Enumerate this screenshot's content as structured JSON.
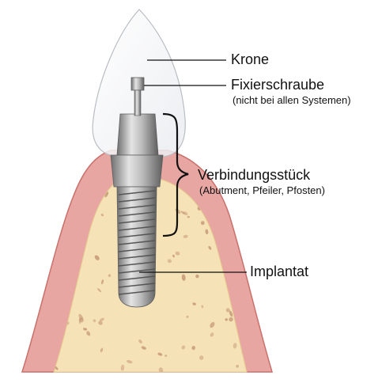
{
  "labels": {
    "crown": "Krone",
    "screw": "Fixierschraube",
    "screw_note": "(nicht bei allen Systemen)",
    "abutment": "Verbindungsstück",
    "abutment_note": "(Abutment, Pfeiler, Pfosten)",
    "implant": "Implantat"
  },
  "colors": {
    "gum": "#e8a6a2",
    "gum_edge": "#c9706b",
    "bone": "#f5e2b6",
    "bone_speck": "#c79a78",
    "metal_light": "#d6d6d6",
    "metal_dark": "#7c7c7c",
    "crown": "#f6f7f9",
    "crown_edge": "#b9bdc4",
    "line": "#111111"
  }
}
